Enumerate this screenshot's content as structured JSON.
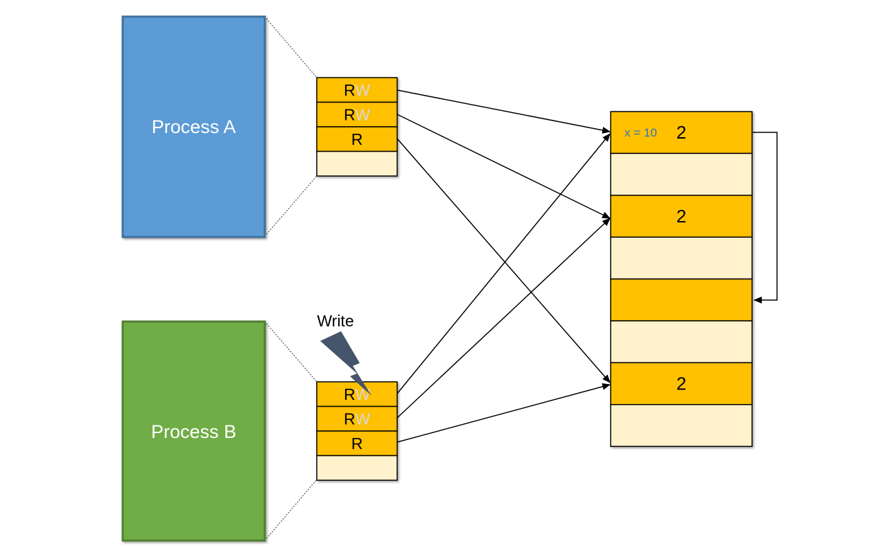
{
  "process_a": {
    "label": "Process A",
    "color": "#5b9bd5"
  },
  "process_b": {
    "label": "Process B",
    "color": "#70ad47"
  },
  "page_table_a": [
    {
      "r": "R",
      "w": "W"
    },
    {
      "r": "R",
      "w": "W"
    },
    {
      "r": "R",
      "w": ""
    },
    {
      "r": "",
      "w": ""
    }
  ],
  "page_table_b": [
    {
      "r": "R",
      "w": "W"
    },
    {
      "r": "R",
      "w": "W"
    },
    {
      "r": "R",
      "w": ""
    },
    {
      "r": "",
      "w": ""
    }
  ],
  "physical_memory": [
    {
      "value": "2",
      "note": "x = 10",
      "used": true
    },
    {
      "value": "",
      "note": "",
      "used": false
    },
    {
      "value": "2",
      "note": "",
      "used": true
    },
    {
      "value": "",
      "note": "",
      "used": false
    },
    {
      "value": "",
      "note": "",
      "used": true
    },
    {
      "value": "",
      "note": "",
      "used": false
    },
    {
      "value": "2",
      "note": "",
      "used": true
    },
    {
      "value": "",
      "note": "",
      "used": false
    }
  ],
  "write_event": {
    "label": "Write",
    "bolt_color": "#44546a"
  },
  "colors": {
    "used_frame": "#ffc000",
    "free_frame": "#fff2cc",
    "write_letter": "#d9d9d9",
    "note": "#2e75b6"
  }
}
